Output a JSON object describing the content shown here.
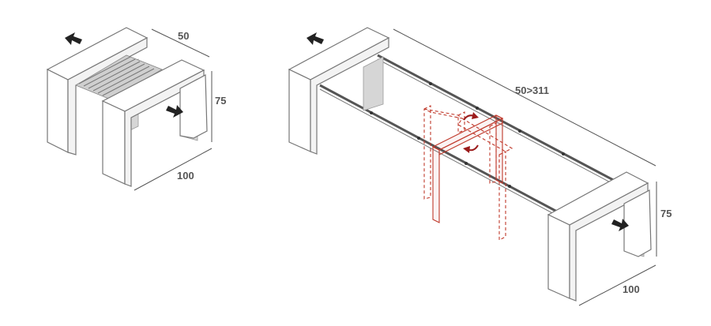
{
  "closed_table": {
    "depth_label": "50",
    "height_label": "75",
    "width_label": "100"
  },
  "extended_table": {
    "length_label": "50>311",
    "height_label": "75",
    "width_label": "100"
  }
}
